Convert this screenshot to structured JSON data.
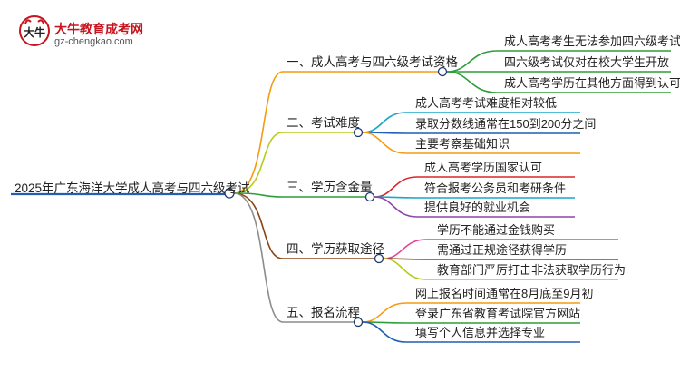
{
  "logo": {
    "glyph": "大牛",
    "title": "大牛教育成考网",
    "url": "gz-chengkao.com"
  },
  "root": {
    "label": "2025年广东海洋大学成人高考与四六级考试"
  },
  "branches": [
    {
      "label": "一、成人高考与四六级考试资格",
      "color": "#f39c12",
      "children": [
        {
          "label": "成人高考考生无法参加四六级考试",
          "color": "#2e9e3a"
        },
        {
          "label": "四六级考试仅对在校大学生开放",
          "color": "#2e9e3a"
        },
        {
          "label": "成人高考学历在其他方面得到认可",
          "color": "#2e9e3a"
        }
      ]
    },
    {
      "label": "二、考试难度",
      "color": "#b5cc18",
      "children": [
        {
          "label": "成人高考考试难度相对较低",
          "color": "#1aa6c8"
        },
        {
          "label": "录取分数线通常在150到200分之间",
          "color": "#1f5fb4"
        },
        {
          "label": "主要考察基础知识",
          "color": "#f39c12"
        }
      ]
    },
    {
      "label": "三、学历含金量",
      "color": "#2e9e3a",
      "children": [
        {
          "label": "成人高考学历国家认可",
          "color": "#d9262b"
        },
        {
          "label": "符合报考公务员和考研条件",
          "color": "#1aa6c8"
        },
        {
          "label": "提供良好的就业机会",
          "color": "#8e44ad"
        }
      ]
    },
    {
      "label": "四、学历获取途径",
      "color": "#8b4513",
      "children": [
        {
          "label": "学历不能通过金钱购买",
          "color": "#e84393"
        },
        {
          "label": "需通过正规途径获得学历",
          "color": "#8b4513"
        },
        {
          "label": "教育部门严厉打击非法获取学历行为",
          "color": "#b5cc18"
        }
      ]
    },
    {
      "label": "五、报名流程",
      "color": "#8c8c8c",
      "children": [
        {
          "label": "网上报名时间通常在8月底至9月初",
          "color": "#f39c12"
        },
        {
          "label": "登录广东省教育考试院官方网站",
          "color": "#2e9e3a"
        },
        {
          "label": "填写个人信息并选择专业",
          "color": "#1f5fb4"
        }
      ]
    }
  ],
  "colors": {
    "root_line": "#1f5fb4",
    "node_fill": "#ffffff",
    "node_stroke": "#1f3a6e"
  }
}
